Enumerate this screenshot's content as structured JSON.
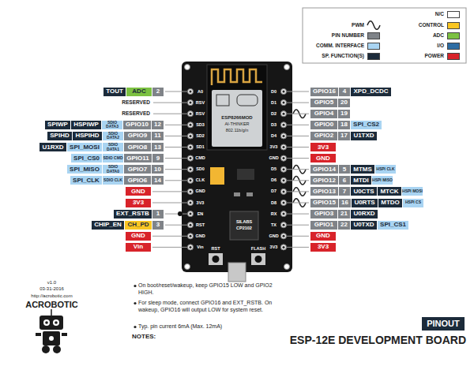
{
  "diagram": {
    "title": "ESP-12E DEVELOPMENT BOARD",
    "nodes": [
      {
        "text": [
          "TOUT"
        ]
      },
      {
        "text": [
          "ADC"
        ]
      },
      {
        "text": [
          "2"
        ]
      },
      {
        "text": [
          "GPIO16"
        ]
      },
      {
        "text": [
          "4"
        ]
      },
      {
        "text": [
          "XPD_DCDC"
        ]
      },
      {
        "text": [
          "GPIO5"
        ]
      },
      {
        "text": [
          "20"
        ]
      },
      {
        "text": [
          "GPIO4"
        ]
      },
      {
        "text": [
          "19"
        ]
      },
      {
        "text": [
          "SPIWP"
        ]
      },
      {
        "text": [
          "HSPIWP"
        ]
      },
      {
        "text": [
          "SDIO DATA3"
        ]
      },
      {
        "text": [
          "GPIO10"
        ]
      },
      {
        "text": [
          "12"
        ]
      },
      {
        "text": [
          "GPIO0"
        ]
      },
      {
        "text": [
          "18"
        ]
      },
      {
        "text": [
          "SPI_CS2"
        ]
      },
      {
        "text": [
          "SPIHD"
        ]
      },
      {
        "text": [
          "HSPIHD"
        ]
      },
      {
        "text": [
          "SDIO DATA2"
        ]
      },
      {
        "text": [
          "GPIO9"
        ]
      },
      {
        "text": [
          "11"
        ]
      },
      {
        "text": [
          "GPIO2"
        ]
      },
      {
        "text": [
          "17"
        ]
      },
      {
        "text": [
          "U1TXD"
        ]
      },
      {
        "text": [
          "U1RXD"
        ]
      },
      {
        "text": [
          "SPI_MOSI"
        ]
      },
      {
        "text": [
          "SDIO DATA1"
        ]
      },
      {
        "text": [
          "GPIO8"
        ]
      },
      {
        "text": [
          "13"
        ]
      },
      {
        "text": [
          "3V3"
        ]
      },
      {
        "text": [
          "SPI_CS0"
        ]
      },
      {
        "text": [
          "SDIO CMD"
        ]
      },
      {
        "text": [
          "GPIO11"
        ]
      },
      {
        "text": [
          "9"
        ]
      },
      {
        "text": [
          "GND"
        ]
      },
      {
        "text": [
          "SPI_MISO"
        ]
      },
      {
        "text": [
          "SDIO DATA0"
        ]
      },
      {
        "text": [
          "GPIO7"
        ]
      },
      {
        "text": [
          "10"
        ]
      },
      {
        "text": [
          "GPIO14"
        ]
      },
      {
        "text": [
          "5"
        ]
      },
      {
        "text": [
          "MTMS"
        ]
      },
      {
        "text": [
          "HSPI CLK"
        ]
      },
      {
        "text": [
          "SPI_CLK"
        ]
      },
      {
        "text": [
          "SDIO CLK"
        ]
      },
      {
        "text": [
          "GPIO6"
        ]
      },
      {
        "text": [
          "14"
        ]
      },
      {
        "text": [
          "GPIO12"
        ]
      },
      {
        "text": [
          "6"
        ]
      },
      {
        "text": [
          "MTDI"
        ]
      },
      {
        "text": [
          "HSPI MISO"
        ]
      },
      {
        "text": [
          "GND"
        ]
      },
      {
        "text": [
          "GPIO13"
        ]
      },
      {
        "text": [
          "7"
        ]
      },
      {
        "text": [
          "U0CTS"
        ]
      },
      {
        "text": [
          "MTCK"
        ]
      },
      {
        "text": [
          "HSPI MOSI"
        ]
      },
      {
        "text": [
          "3V3"
        ]
      },
      {
        "text": [
          "GPIO15"
        ]
      },
      {
        "text": [
          "16"
        ]
      },
      {
        "text": [
          "U0RTS"
        ]
      },
      {
        "text": [
          "MTDO"
        ]
      },
      {
        "text": [
          "HSPI CS"
        ]
      },
      {
        "text": [
          "EXT_RSTB"
        ]
      },
      {
        "text": [
          "1"
        ]
      },
      {
        "text": [
          "GPIO3"
        ]
      },
      {
        "text": [
          "21"
        ]
      },
      {
        "text": [
          "U0RXD"
        ]
      },
      {
        "text": [
          "CHIP_EN"
        ]
      },
      {
        "text": [
          "CH_PD"
        ]
      },
      {
        "text": [
          "3"
        ]
      },
      {
        "text": [
          "GPIO1"
        ]
      },
      {
        "text": [
          "22"
        ]
      },
      {
        "text": [
          "U0TXD"
        ]
      },
      {
        "text": [
          "SPI_CS1"
        ]
      },
      {
        "text": [
          "GND"
        ]
      },
      {
        "text": [
          "GND"
        ]
      },
      {
        "text": [
          "Vin"
        ]
      },
      {
        "text": [
          "3V3"
        ]
      },
      {
        "text": [
          "PINOUT"
        ]
      }
    ],
    "labels": [
      "RESERVED",
      "RESERVED",
      "A0",
      "RSV",
      "RSV",
      "SD3",
      "SD2",
      "SD1",
      "CMD",
      "SD0",
      "CLK",
      "GND",
      "3V3",
      "EN",
      "RST",
      "GND",
      "Vin",
      "D0",
      "D1",
      "D2",
      "D3",
      "D4",
      "3V3",
      "GND",
      "D5",
      "D6",
      "D7",
      "D8",
      "RX",
      "TX",
      "GND",
      "3V3",
      "ESP8266MOD",
      "AI-THINKER",
      "802.11b/g/n",
      "SILABS",
      "CP2102",
      "RST",
      "FLASH",
      "On boot/reset/wakeup, keep GPIO15 LOW and GPIO2 HIGH.",
      "For sleep mode, connect GPIO16 and EXT_RSTB. On wakeup, GPIO16 will output LOW for system reset.",
      "Typ. pin current 6mA (Max. 12mA)",
      "NOTES:",
      "v1.0",
      "03-31-2016",
      "http://acrobotic.com",
      "ACROBOTIC"
    ],
    "legend": [
      {
        "text": "N/C",
        "color": "#ffffff"
      },
      {
        "text": "PWM"
      },
      {
        "text": "CONTROL",
        "color": "#f9c623"
      },
      {
        "text": "PIN NUMBER",
        "color": "#7f8388"
      },
      {
        "text": "ADC",
        "color": "#7cc142"
      },
      {
        "text": "COMM. INTERFACE",
        "color": "#a9d4f2"
      },
      {
        "text": "I/O",
        "color": "#2d6da3"
      },
      {
        "text": "SP. FUNCTION(S)",
        "color": "#1c2b3a"
      },
      {
        "text": "POWER",
        "color": "#d8232a"
      }
    ]
  }
}
